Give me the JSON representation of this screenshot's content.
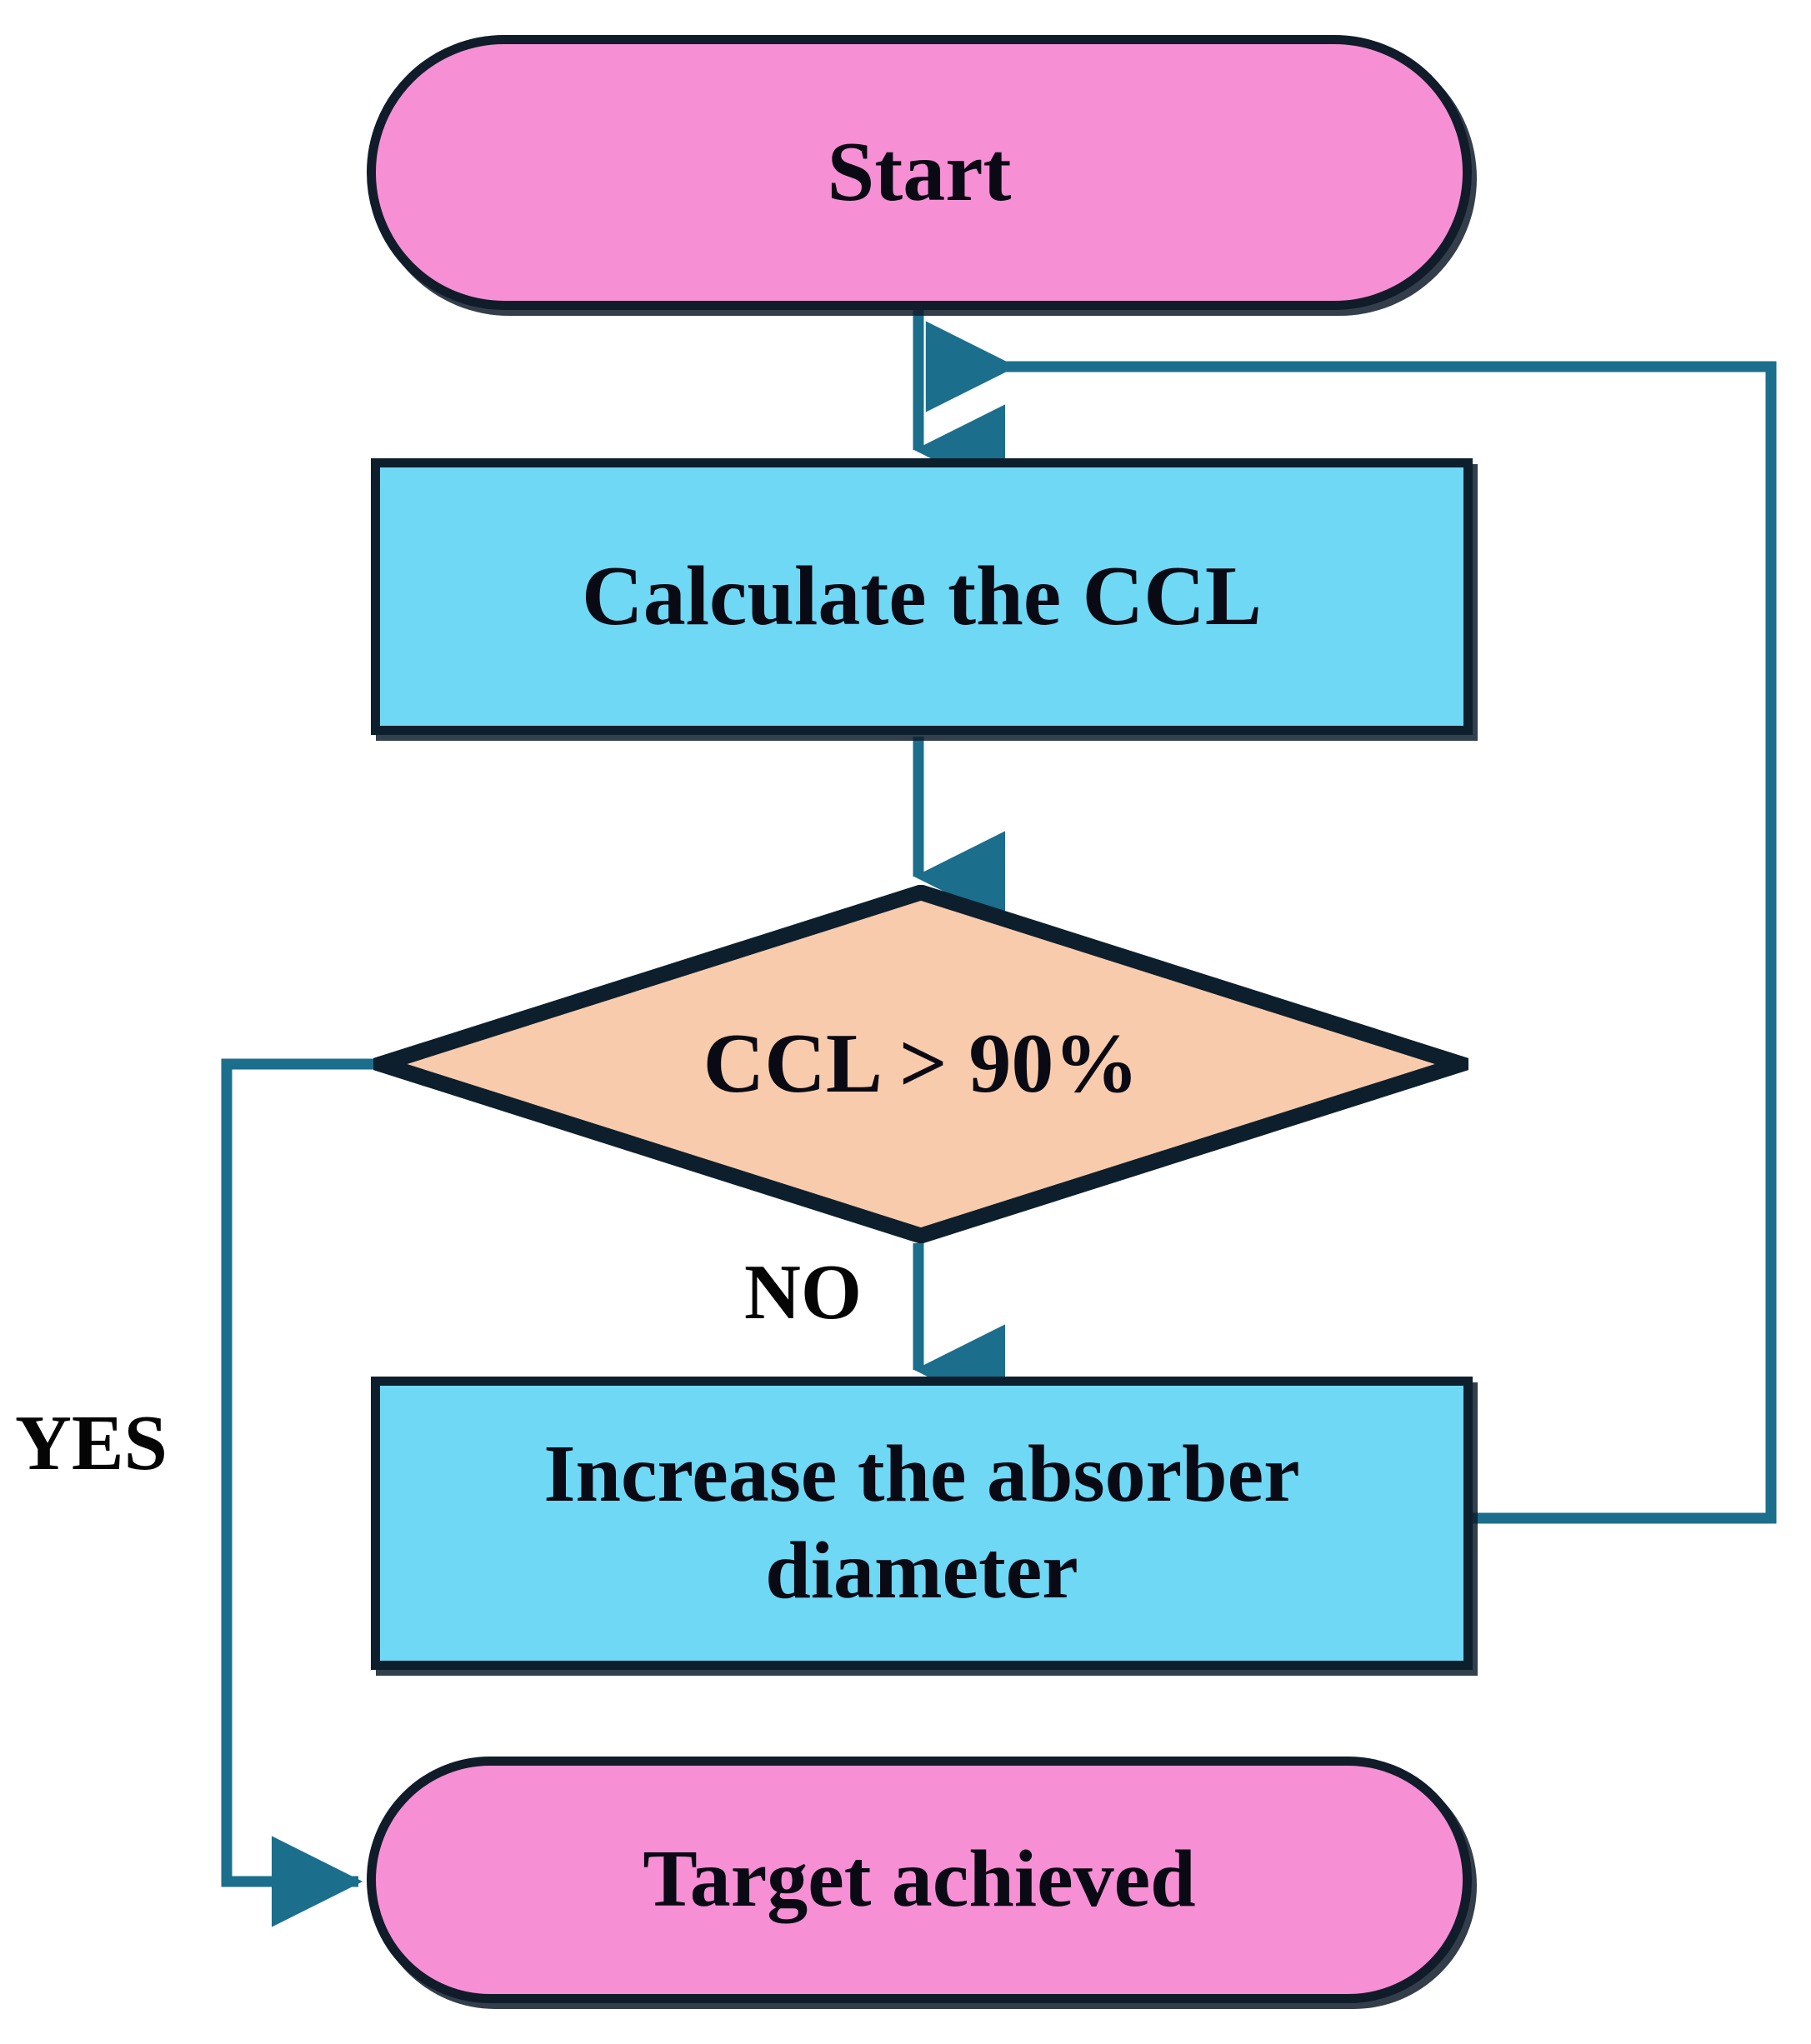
{
  "diagram": {
    "title": "CCL Optimization Flowchart",
    "type": "flowchart",
    "nodes": [
      {
        "id": "start",
        "shape": "terminator",
        "label": "Start",
        "fill": "#F68FD4",
        "stroke": "#111c2b"
      },
      {
        "id": "calculate",
        "shape": "process",
        "label": "Calculate the CCL",
        "fill": "#6FD8F4",
        "stroke": "#0d1f2d"
      },
      {
        "id": "decision",
        "shape": "decision",
        "label": "CCL > 90%",
        "fill": "#F8CBAC",
        "stroke": "#0d1f2d"
      },
      {
        "id": "increase",
        "shape": "process",
        "label": "Increase the absorber diameter",
        "label_line1": "Increase the absorber",
        "label_line2": "diameter",
        "fill": "#6FD8F4",
        "stroke": "#0d1f2d"
      },
      {
        "id": "target",
        "shape": "terminator",
        "label": "Target achieved",
        "fill": "#F68FD4",
        "stroke": "#111c2b"
      }
    ],
    "edges": [
      {
        "from": "start",
        "to": "calculate",
        "label": ""
      },
      {
        "from": "calculate",
        "to": "decision",
        "label": ""
      },
      {
        "from": "decision",
        "to": "increase",
        "label": "NO"
      },
      {
        "from": "decision",
        "to": "target",
        "label": "YES"
      },
      {
        "from": "increase",
        "to": "calculate",
        "label": ""
      }
    ],
    "edge_labels": {
      "no": "NO",
      "yes": "YES"
    },
    "colors": {
      "connector": "#1B6E8C",
      "terminator_fill": "#F68FD4",
      "process_fill": "#6FD8F4",
      "decision_fill": "#F8CBAC",
      "border_dark": "#0d1f2d",
      "text": "#0a0a14",
      "background": "#ffffff"
    }
  }
}
